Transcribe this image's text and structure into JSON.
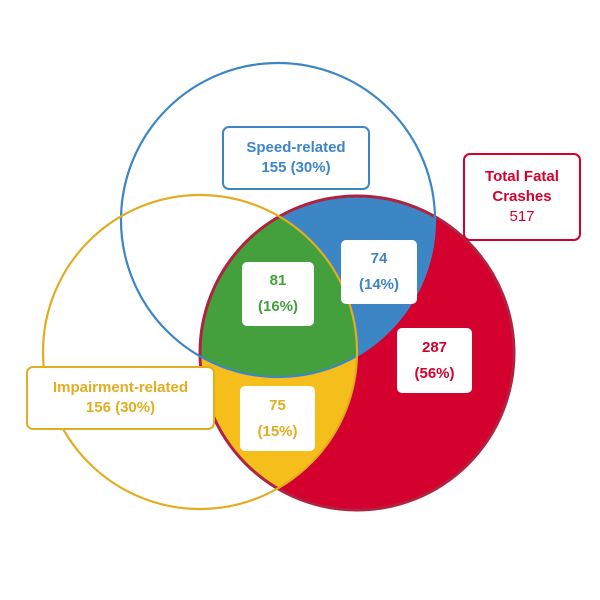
{
  "colors": {
    "speed": "#3d86c6",
    "impairment": "#e1ad21",
    "total": "#d4002d",
    "total_border": "#b0223f",
    "overlap_both": "#44a03c",
    "impairment_fill": "#f6be1a",
    "white": "#ffffff"
  },
  "labels": {
    "speed": {
      "title": "Speed-related",
      "value": "155 (30%)"
    },
    "impairment": {
      "title": "Impairment-related",
      "value": "156 (30%)"
    },
    "total": {
      "title_line1": "Total Fatal",
      "title_line2": "Crashes",
      "value": "517"
    }
  },
  "segments": {
    "speed_only": {
      "count": "74",
      "pct": "(14%)"
    },
    "speed_and_impairment": {
      "count": "81",
      "pct": "(16%)"
    },
    "impairment_only": {
      "count": "75",
      "pct": "(15%)"
    },
    "neither": {
      "count": "287",
      "pct": "(56%)"
    }
  }
}
